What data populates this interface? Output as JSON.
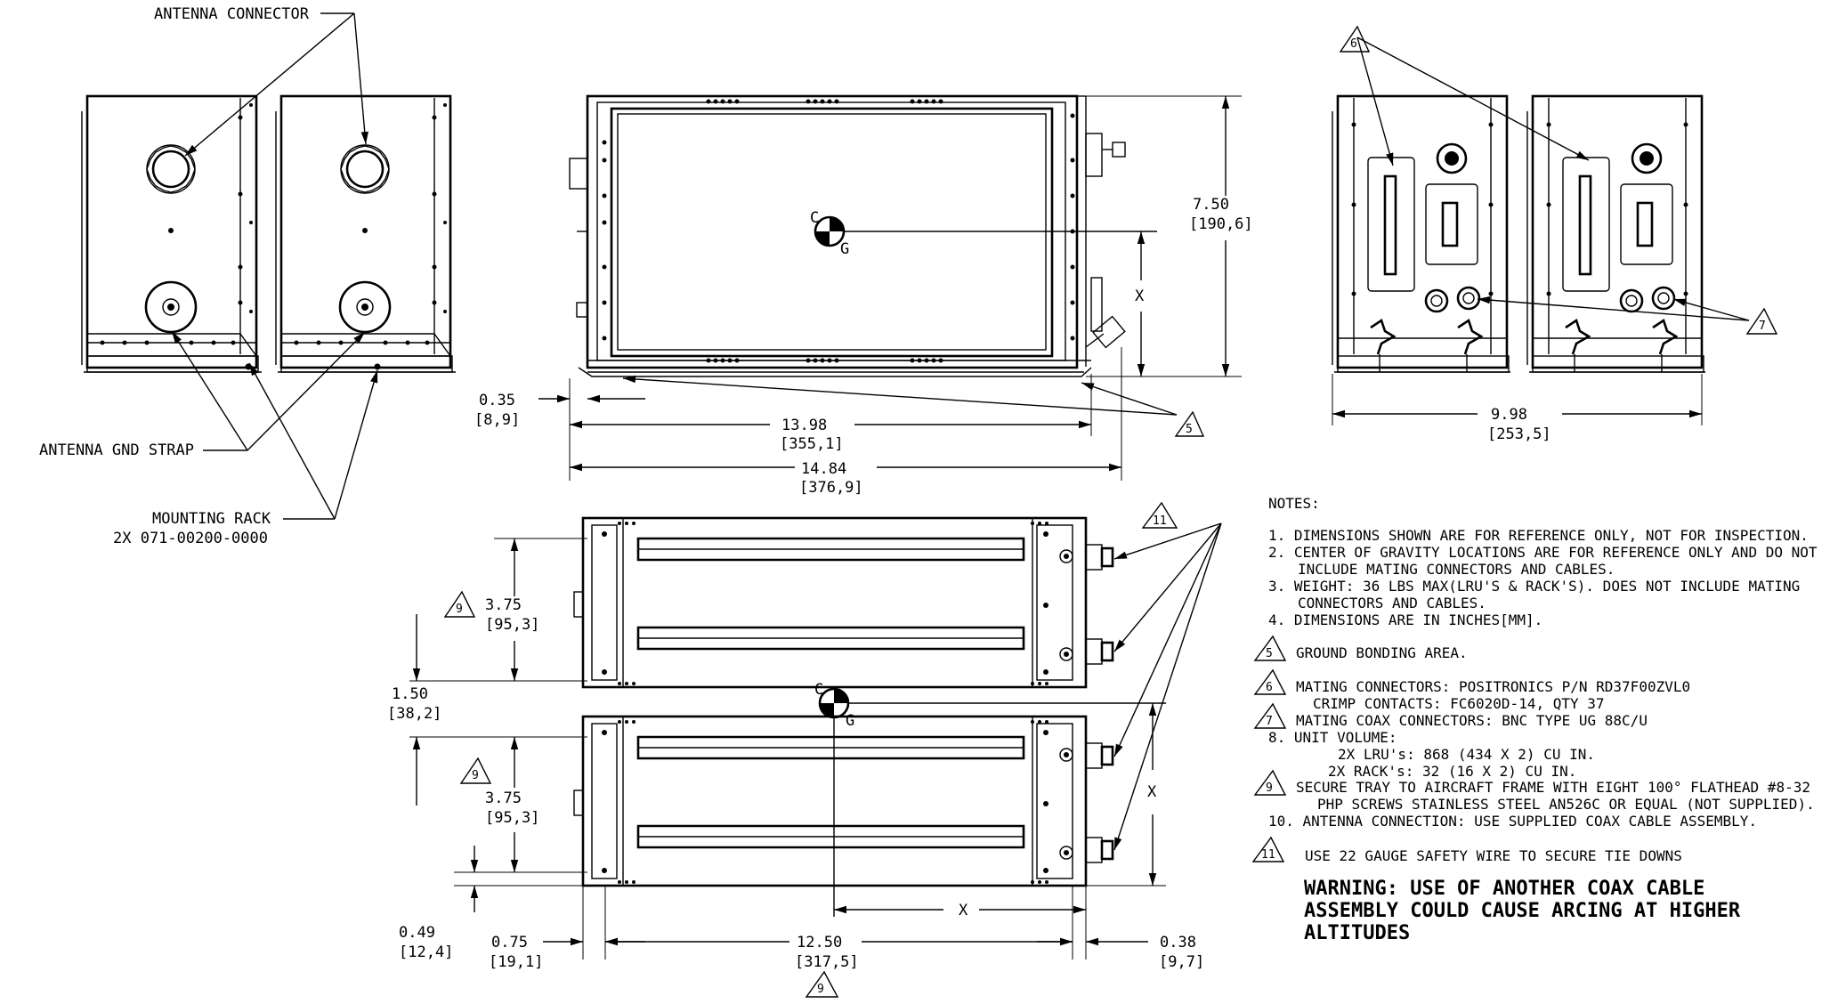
{
  "callouts": {
    "antenna_connector": "ANTENNA CONNECTOR",
    "antenna_gnd_strap": "ANTENNA GND STRAP",
    "mounting_rack": "MOUNTING RACK",
    "mounting_rack_pn": "2X 071-00200-0000"
  },
  "dimensions": {
    "height_in": "7.50",
    "height_mm": "[190,6]",
    "offset_in": "0.35",
    "offset_mm": "[8,9]",
    "len1_in": "13.98",
    "len1_mm": "[355,1]",
    "len2_in": "14.84",
    "len2_mm": "[376,9]",
    "width_in": "9.98",
    "width_mm": "[253,5]",
    "tray1_in": "3.75",
    "tray1_mm": "[95,3]",
    "gap_in": "1.50",
    "gap_mm": "[38,2]",
    "tray2_in": "3.75",
    "tray2_mm": "[95,3]",
    "bottom_in": "0.49",
    "bottom_mm": "[12,4]",
    "left_in": "0.75",
    "left_mm": "[19,1]",
    "base_in": "12.50",
    "base_mm": "[317,5]",
    "right_in": "0.38",
    "right_mm": "[9,7]",
    "x_label": "X"
  },
  "cg": {
    "c": "C",
    "g": "G"
  },
  "flags": {
    "f5": "5",
    "f6": "6",
    "f7": "7",
    "f9": "9",
    "f11": "11"
  },
  "notes": {
    "title": "NOTES:",
    "n1a": "1. DIMENSIONS SHOWN ARE FOR REFERENCE ONLY, NOT FOR INSPECTION.",
    "n2a": "2. CENTER OF GRAVITY LOCATIONS ARE FOR REFERENCE ONLY AND DO NOT",
    "n2b": "INCLUDE MATING CONNECTORS AND CABLES.",
    "n3a": "3. WEIGHT: 36 LBS MAX(LRU'S & RACK'S). DOES NOT INCLUDE MATING",
    "n3b": "CONNECTORS AND CABLES.",
    "n4a": "4. DIMENSIONS ARE IN INCHES[MM].",
    "n5a": "GROUND BONDING AREA.",
    "n6a": "MATING CONNECTORS: POSITRONICS P/N RD37F00ZVL0",
    "n6b": "CRIMP CONTACTS: FC6020D-14, QTY 37",
    "n7a": "MATING COAX CONNECTORS: BNC TYPE UG 88C/U",
    "n8a": "8. UNIT VOLUME:",
    "n8b": "2X LRU's:   868 (434 X 2) CU IN.",
    "n8c": "2X RACK's:   32 (16 X 2) CU IN.",
    "n9a": "SECURE TRAY TO AIRCRAFT FRAME WITH EIGHT 100° FLATHEAD #8-32",
    "n9b": "PHP SCREWS STAINLESS STEEL AN526C OR EQUAL (NOT SUPPLIED).",
    "n10a": "10. ANTENNA CONNECTION: USE SUPPLIED COAX CABLE ASSEMBLY.",
    "n11a": "USE 22 GAUGE SAFETY WIRE TO SECURE TIE DOWNS"
  },
  "warning": {
    "line1": "WARNING:  USE OF ANOTHER COAX CABLE",
    "line2": "ASSEMBLY COULD CAUSE ARCING AT HIGHER",
    "line3": "ALTITUDES"
  }
}
